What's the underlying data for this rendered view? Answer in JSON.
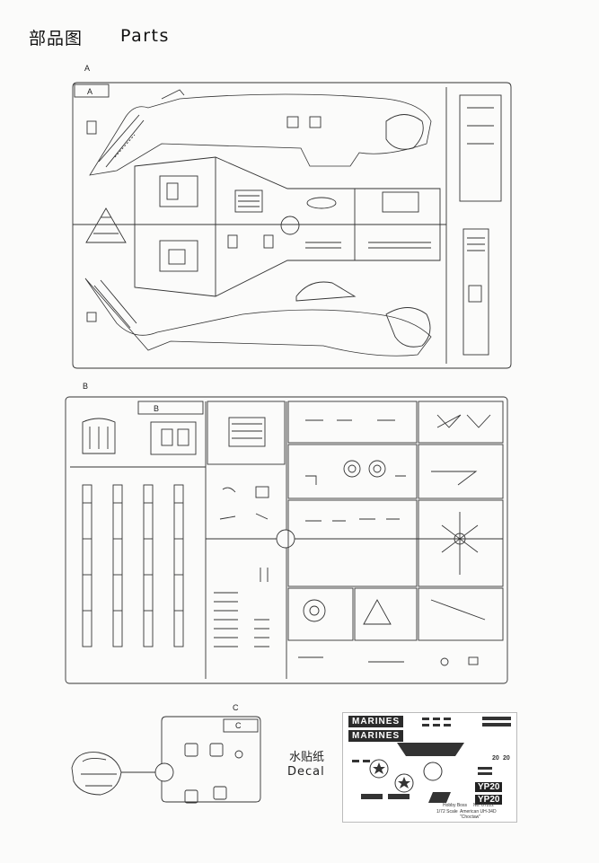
{
  "header": {
    "title_cn": "部品图",
    "title_en": "Parts"
  },
  "sprues": [
    {
      "id": "A",
      "label": "A",
      "inner_label": "A"
    },
    {
      "id": "B",
      "label": "B",
      "inner_label": "B"
    },
    {
      "id": "C",
      "label": "C",
      "inner_label": "C"
    }
  ],
  "decal": {
    "label_cn": "水贴纸",
    "label_en": "Decal",
    "marines_1": "MARINES",
    "marines_2": "MARINES",
    "code_1": "YP20",
    "code_2": "YP20",
    "num_1": "20",
    "num_2": "20",
    "info_1": "Hobby Boss",
    "info_2": "No. 87222",
    "info_3": "1/72 Scale",
    "info_4": "American UH-34D \"Choctaw\""
  }
}
